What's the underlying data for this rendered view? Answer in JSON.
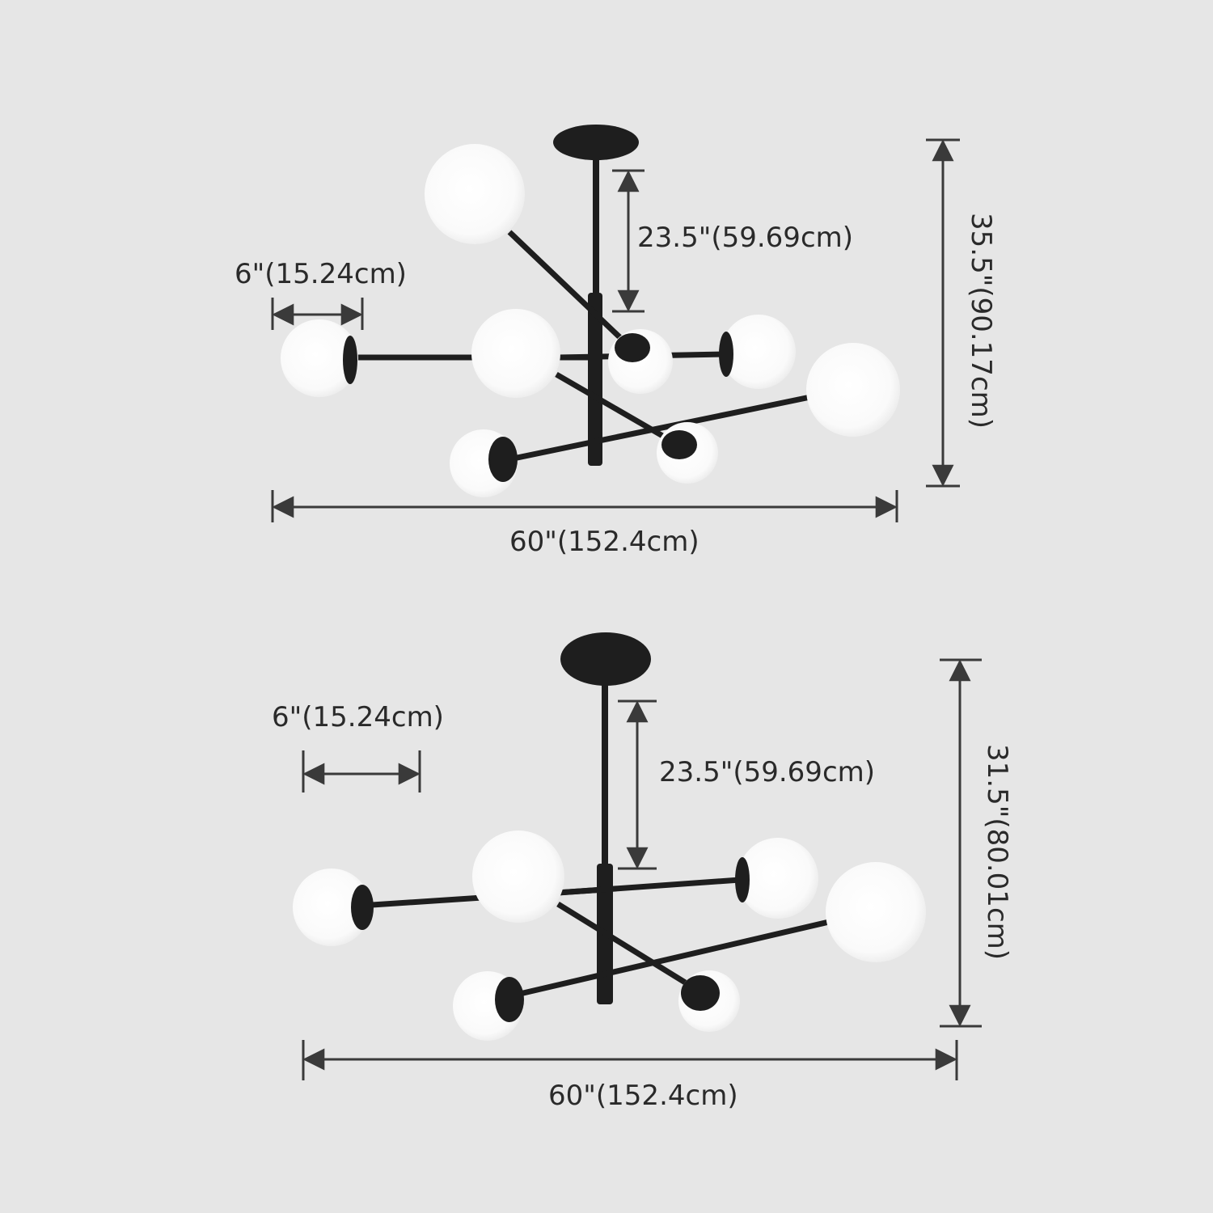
{
  "colors": {
    "background": "#e6e6e6",
    "fixture": "#1e1e1e",
    "globe": "#ffffff",
    "dimension_line": "#3a3a3a",
    "text": "#2a2a2a"
  },
  "diagrams": [
    {
      "globe_width": "6\"(15.24cm)",
      "rod_length": "23.5\"(59.69cm)",
      "total_height": "35.5\"(90.17cm)",
      "total_width": "60\"(152.4cm)"
    },
    {
      "globe_width": "6\"(15.24cm)",
      "rod_length": "23.5\"(59.69cm)",
      "total_height": "31.5\"(80.01cm)",
      "total_width": "60\"(152.4cm)"
    }
  ]
}
